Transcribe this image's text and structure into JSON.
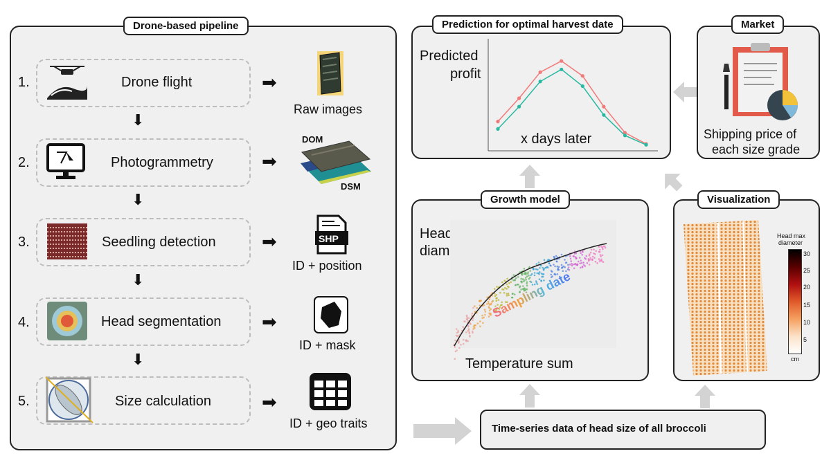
{
  "pipeline": {
    "title": "Drone-based pipeline",
    "steps": [
      {
        "num": "1.",
        "label": "Drone flight",
        "output": "Raw images"
      },
      {
        "num": "2.",
        "label": "Photogrammetry",
        "output": "",
        "dom": "DOM",
        "dsm": "DSM"
      },
      {
        "num": "3.",
        "label": "Seedling detection",
        "output": "ID + position",
        "shp": "SHP"
      },
      {
        "num": "4.",
        "label": "Head segmentation",
        "output": "ID + mask"
      },
      {
        "num": "5.",
        "label": "Size calculation",
        "output": "ID + geo traits"
      }
    ]
  },
  "prediction": {
    "title": "Prediction for optimal harvest date",
    "ylabel_line1": "Predicted",
    "ylabel_line2": "profit",
    "xlabel": "x days later"
  },
  "market": {
    "title": "Market",
    "caption_line1": "Shipping price of",
    "caption_line2": "each size grade"
  },
  "growth": {
    "title": "Growth model",
    "ylabel_line1": "Head",
    "ylabel_line2": "diameter",
    "xlabel": "Temperature sum",
    "annotation": "Sampling date"
  },
  "visualization": {
    "title": "Visualization",
    "colorbar_title_line1": "Head max",
    "colorbar_title_line2": "diameter",
    "colorbar_ticks": [
      "30",
      "25",
      "20",
      "15",
      "10",
      "5"
    ],
    "colorbar_unit": "cm"
  },
  "timeseries": {
    "label": "Time-series data of head size of all broccoli"
  },
  "chart_data": {
    "type": "line",
    "x": [
      1,
      2,
      3,
      4,
      5,
      6,
      7,
      8
    ],
    "series": [
      {
        "values": [
          2.0,
          4.5,
          7.3,
          8.5,
          6.9,
          3.6,
          0.8,
          -0.4
        ],
        "color": "#f07a7a"
      },
      {
        "values": [
          1.2,
          3.6,
          6.3,
          7.6,
          5.8,
          2.7,
          0.5,
          -0.5
        ],
        "color": "#29b9a0"
      }
    ]
  },
  "colors": {
    "panel_bg": "#f0f0f0",
    "arrow_gray": "#d0d0d0"
  }
}
